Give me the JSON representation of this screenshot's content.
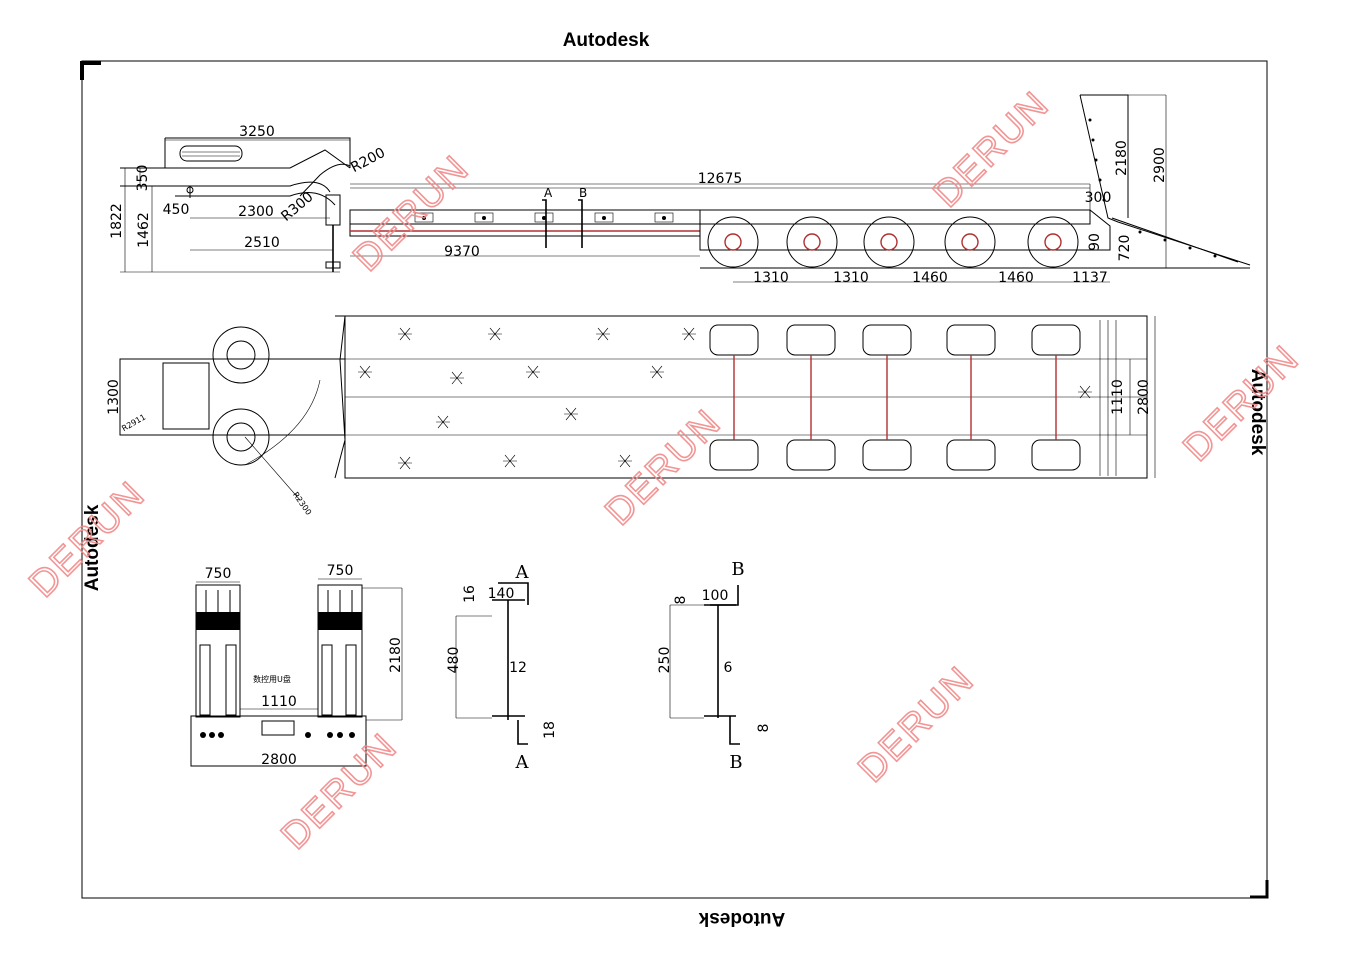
{
  "stamps": {
    "top": "Autodesk",
    "right": "Autodesk",
    "left": "Autodesk",
    "bottom": "Autodesk"
  },
  "watermark": "DERUN",
  "side_view": {
    "dims": {
      "gooseneck_length": "3250",
      "neck_height": "350",
      "total_height": "1822",
      "deck_height": "1462",
      "kingpin_offset": "450",
      "neck_length": "2300",
      "landing_gear": "2510",
      "radius_upper": "R200",
      "radius_lower": "R300",
      "deck_length": "12675",
      "lower_length": "9370",
      "axle_spacing_1": "1310",
      "axle_spacing_2": "1310",
      "axle_spacing_3": "1460",
      "axle_spacing_4": "1460",
      "rear_overhang": "1137",
      "ramp_offset": "300",
      "ramp_height": "2180",
      "ramp_total_height": "2900",
      "rear_height_1": "90",
      "rear_height_2": "720"
    },
    "section_marks": [
      "A",
      "B"
    ]
  },
  "top_view": {
    "dims": {
      "front_width": "1300",
      "radius_small": "R2911",
      "radius_large": "R2300",
      "inner_width": "1110",
      "outer_width": "2800"
    }
  },
  "rear_view": {
    "dims": {
      "left_tire_width": "750",
      "right_tire_width": "750",
      "height": "2180",
      "inner_gap": "1110",
      "overall_width": "2800"
    },
    "note": "数控用U盘"
  },
  "section_a": {
    "label": "A",
    "flange_width": "140",
    "flange_thickness": "16",
    "web_height": "480",
    "web_thickness": "12",
    "bottom_flange": "18"
  },
  "section_b": {
    "label": "B",
    "flange_width": "100",
    "flange_thickness": "8",
    "web_height": "250",
    "web_thickness": "6",
    "bottom_flange": "8"
  }
}
